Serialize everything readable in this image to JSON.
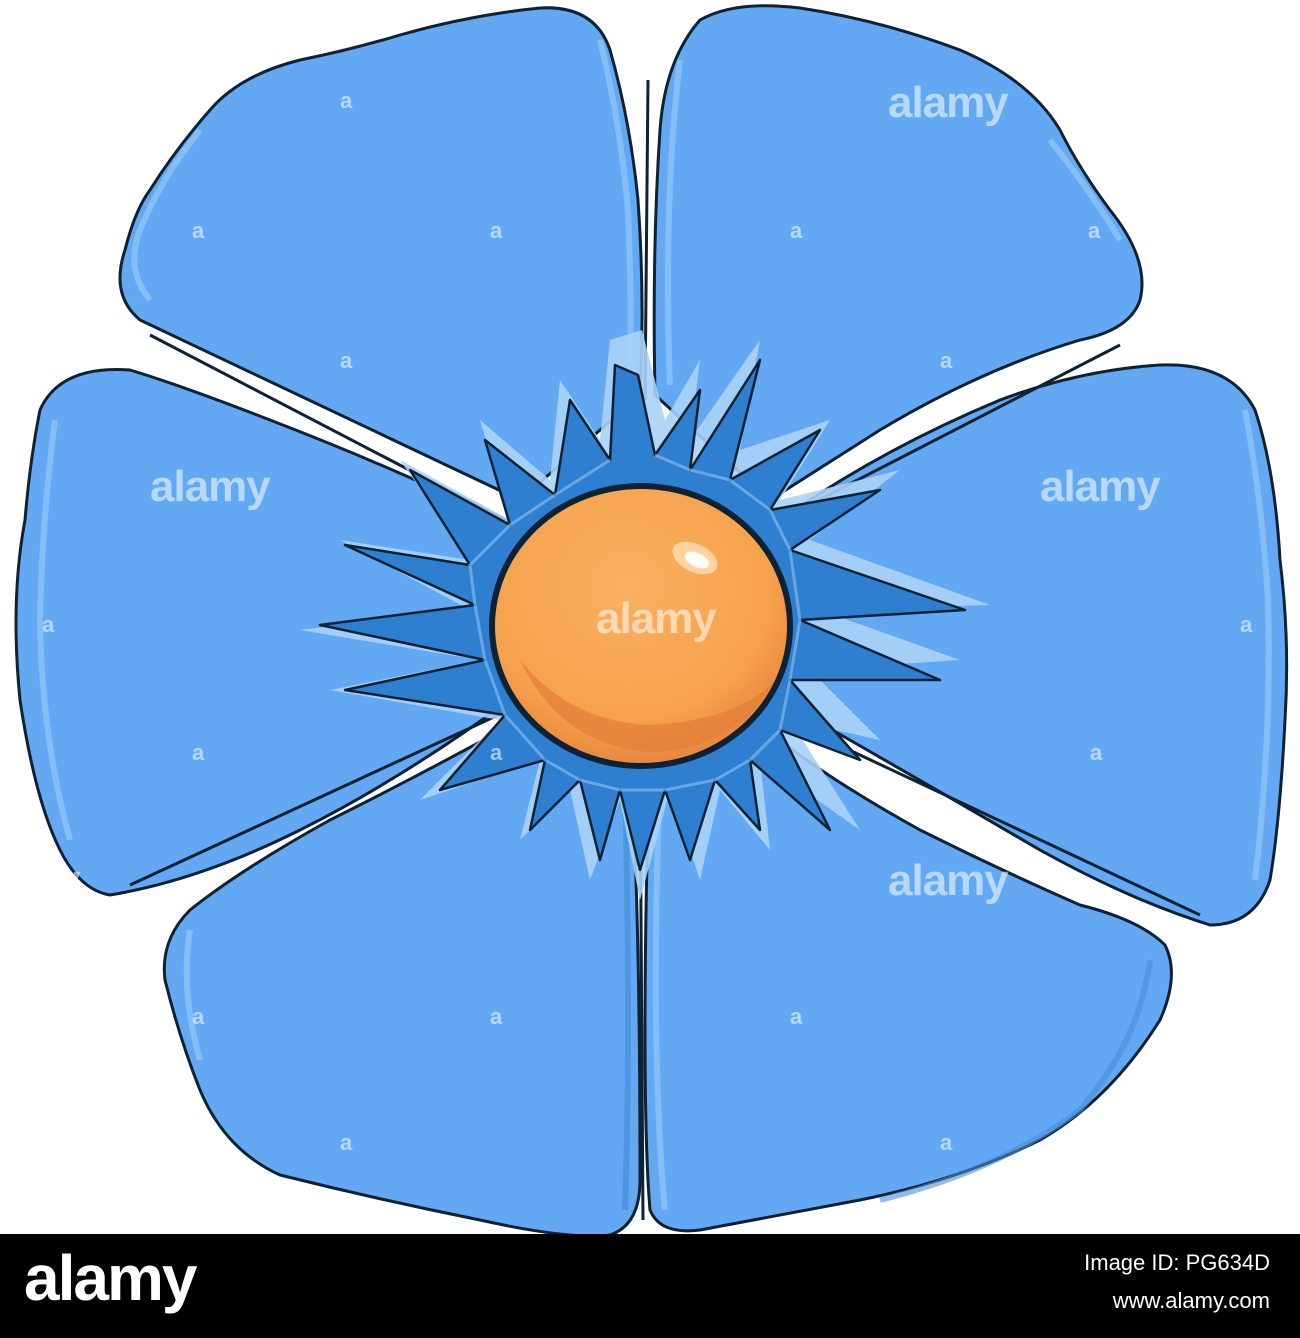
{
  "watermark": {
    "text": "alamy",
    "small_text": "a"
  },
  "footer": {
    "logo_text": "alamy",
    "image_id_label": "Image ID: PG634D",
    "url": "www.alamy.com"
  },
  "colors": {
    "petal_fill": "#63a8f2",
    "petal_highlight": "#8cc3f7",
    "outline": "#0e2233",
    "center_spike_fill": "#2f7fd0",
    "center_spike_glow": "#a8d2f7",
    "pistil_fill": "#f6a24c",
    "pistil_shadow": "#e7833a",
    "footer_bg": "#000000"
  },
  "icons": {
    "flower": "blue-five-petal-flower-illustration"
  }
}
